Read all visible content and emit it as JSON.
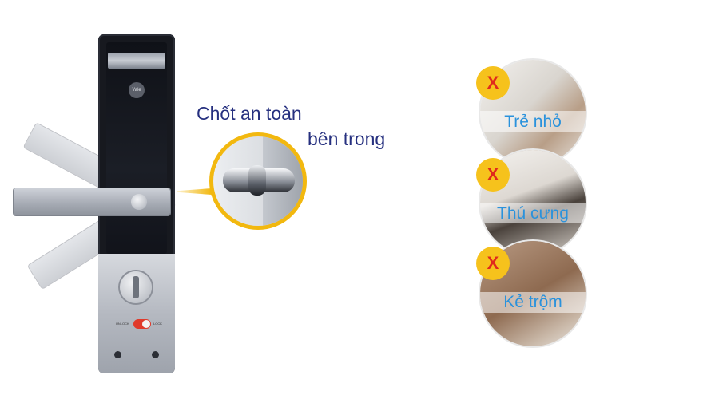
{
  "lock": {
    "brand": "Yale",
    "switch_left": "UNLOCK",
    "switch_right": "LOCK"
  },
  "caption": {
    "line1": "Chốt an toàn",
    "line2": "bên trong"
  },
  "threats": [
    {
      "label": "Trẻ nhỏ",
      "badge": "X"
    },
    {
      "label": "Thú cưng",
      "badge": "X"
    },
    {
      "label": "Kẻ trộm",
      "badge": "X"
    }
  ],
  "colors": {
    "caption": "#26307f",
    "threat_label": "#2a92dc",
    "badge_bg": "#f6c21c",
    "badge_x": "#e02a1d",
    "highlight_ring": "#f2b80f"
  }
}
